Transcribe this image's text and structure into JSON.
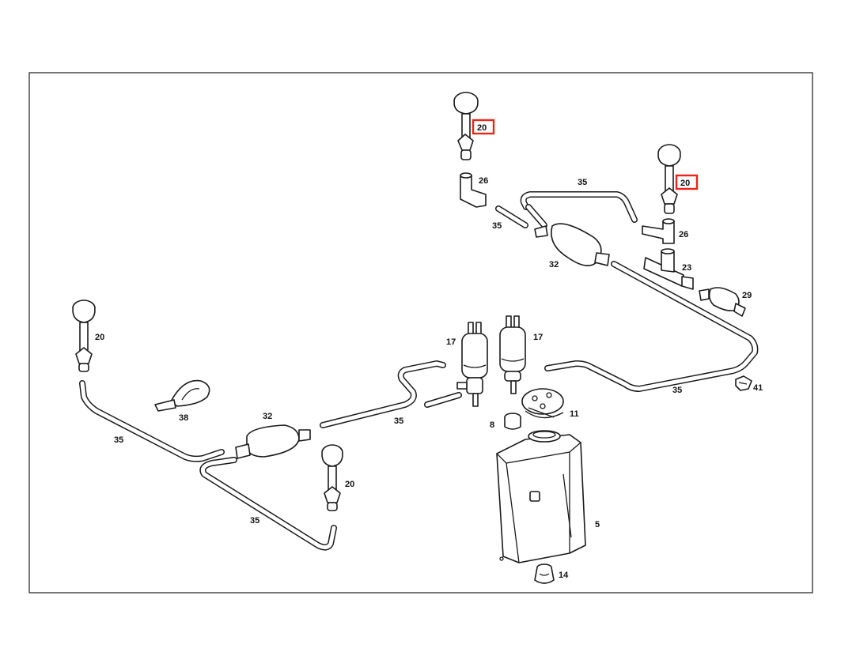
{
  "colors": {
    "line": "#1a1a1a",
    "highlight": "#e8261c",
    "background": "#ffffff"
  },
  "callouts": {
    "nozzle_top_left": "20",
    "nozzle_top_right": "20",
    "nozzle_left": "20",
    "nozzle_bottom": "20",
    "elbow_left": "26",
    "elbow_right": "26",
    "hose_top": "35",
    "hose_short": "35",
    "hose_right": "35",
    "hose_middle": "35",
    "hose_left": "35",
    "hose_bottom": "35",
    "valve_right": "32",
    "valve_left": "32",
    "tee": "23",
    "check_valve": "29",
    "pump_left": "17",
    "pump_right": "17",
    "clip": "41",
    "cable_tie": "38",
    "seal": "8",
    "pump_bracket": "11",
    "reservoir": "5",
    "grommet": "14"
  }
}
